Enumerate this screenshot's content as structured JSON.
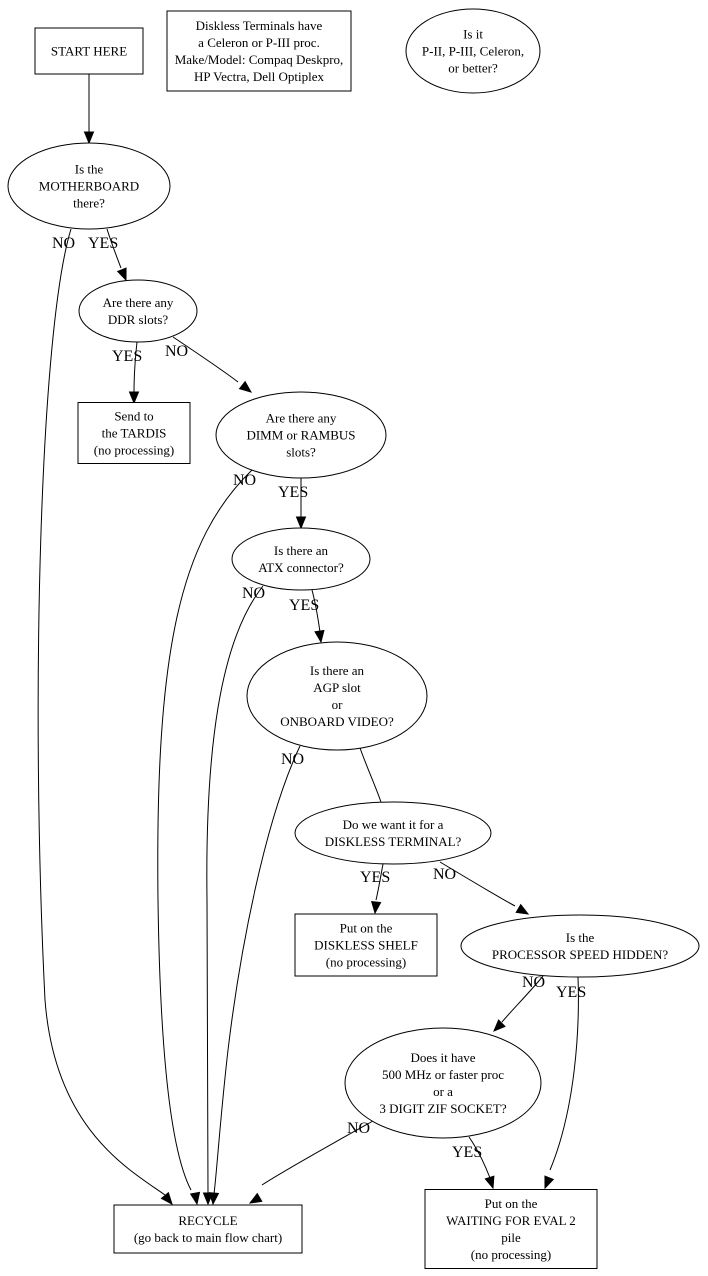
{
  "diagram": {
    "background": "#ffffff",
    "line_color": "#000000",
    "nodes": {
      "start": {
        "shape": "box",
        "lines": [
          "START HERE"
        ]
      },
      "note_diskless": {
        "shape": "box",
        "lines": [
          "Diskless Terminals have",
          "a Celeron or P-III proc.",
          "Make/Model: Compaq Deskpro,",
          "HP Vectra, Dell Optiplex"
        ]
      },
      "note_cpu": {
        "shape": "ellipse",
        "lines": [
          "Is it",
          "P-II, P-III, Celeron,",
          "or better?"
        ]
      },
      "motherboard": {
        "shape": "ellipse",
        "lines": [
          "Is the",
          "MOTHERBOARD",
          "there?"
        ]
      },
      "ddr": {
        "shape": "ellipse",
        "lines": [
          "Are there any",
          "DDR slots?"
        ]
      },
      "tardis": {
        "shape": "box",
        "lines": [
          "Send to",
          "the TARDIS",
          "(no processing)"
        ]
      },
      "dimm": {
        "shape": "ellipse",
        "lines": [
          "Are there any",
          "DIMM or RAMBUS",
          "slots?"
        ]
      },
      "atx": {
        "shape": "ellipse",
        "lines": [
          "Is there an",
          "ATX connector?"
        ]
      },
      "agp": {
        "shape": "ellipse",
        "lines": [
          "Is there an",
          "AGP slot",
          "or",
          "ONBOARD VIDEO?"
        ]
      },
      "diskless_q": {
        "shape": "ellipse",
        "lines": [
          "Do we want it for a",
          "DISKLESS TERMINAL?"
        ]
      },
      "diskless_shelf": {
        "shape": "box",
        "lines": [
          "Put on the",
          "DISKLESS SHELF",
          "(no processing)"
        ]
      },
      "speed_hidden": {
        "shape": "ellipse",
        "lines": [
          "Is the",
          "PROCESSOR SPEED HIDDEN?"
        ]
      },
      "mhz": {
        "shape": "ellipse",
        "lines": [
          "Does it have",
          "500 MHz or faster proc",
          "or a",
          "3 DIGIT ZIF SOCKET?"
        ]
      },
      "recycle": {
        "shape": "box",
        "lines": [
          "RECYCLE",
          "(go back to main flow chart)"
        ]
      },
      "eval2": {
        "shape": "box",
        "lines": [
          "Put on the",
          "WAITING FOR EVAL 2",
          "pile",
          "(no processing)"
        ]
      }
    },
    "edges": [
      {
        "from": "start",
        "to": "motherboard",
        "label": ""
      },
      {
        "from": "motherboard",
        "to": "recycle",
        "label": "NO"
      },
      {
        "from": "motherboard",
        "to": "ddr",
        "label": "YES"
      },
      {
        "from": "ddr",
        "to": "tardis",
        "label": "YES"
      },
      {
        "from": "ddr",
        "to": "dimm",
        "label": "NO"
      },
      {
        "from": "dimm",
        "to": "recycle",
        "label": "NO"
      },
      {
        "from": "dimm",
        "to": "atx",
        "label": "YES"
      },
      {
        "from": "atx",
        "to": "recycle",
        "label": "NO"
      },
      {
        "from": "atx",
        "to": "agp",
        "label": "YES"
      },
      {
        "from": "agp",
        "to": "recycle",
        "label": "NO"
      },
      {
        "from": "agp",
        "to": "diskless_q",
        "label": ""
      },
      {
        "from": "diskless_q",
        "to": "diskless_shelf",
        "label": "YES"
      },
      {
        "from": "diskless_q",
        "to": "speed_hidden",
        "label": "NO"
      },
      {
        "from": "speed_hidden",
        "to": "mhz",
        "label": "NO"
      },
      {
        "from": "speed_hidden",
        "to": "eval2",
        "label": "YES"
      },
      {
        "from": "mhz",
        "to": "recycle",
        "label": "NO"
      },
      {
        "from": "mhz",
        "to": "eval2",
        "label": "YES"
      }
    ]
  }
}
